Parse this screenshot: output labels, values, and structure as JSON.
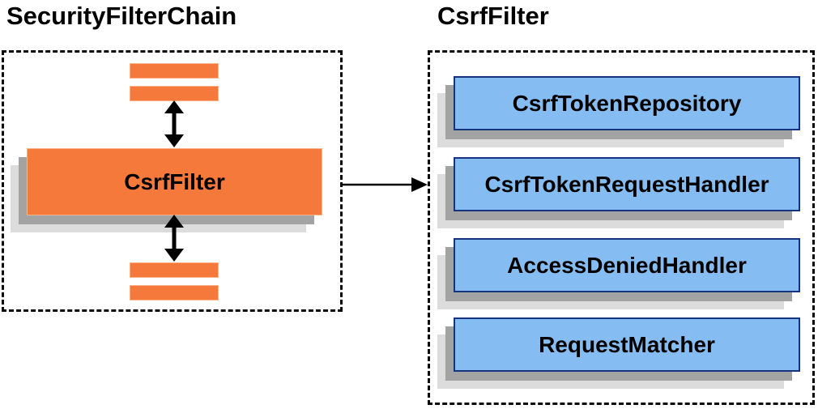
{
  "colors": {
    "orange": "#f5793b",
    "orange_border": "#f9b287",
    "blue_fill": "#85bdf2",
    "blue_border": "#16337e",
    "shadow_dark": "#a3a3a3",
    "shadow_light": "#dcdcdc",
    "text": "#000000"
  },
  "left_panel": {
    "title": "SecurityFilterChain",
    "filter_label": "CsrfFilter"
  },
  "right_panel": {
    "title": "CsrfFilter",
    "components": [
      {
        "label": "CsrfTokenRepository"
      },
      {
        "label": "CsrfTokenRequestHandler"
      },
      {
        "label": "AccessDeniedHandler"
      },
      {
        "label": "RequestMatcher"
      }
    ]
  }
}
